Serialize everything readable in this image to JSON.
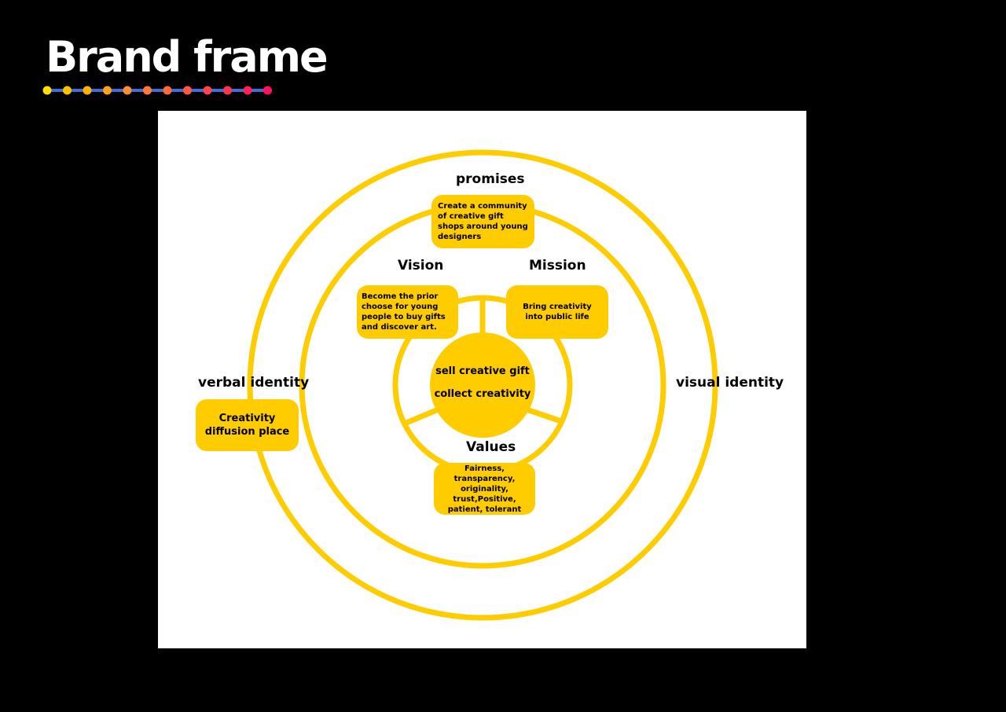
{
  "header": {
    "title": "Brand frame"
  },
  "colors": {
    "accent_yellow": "#FFCC00",
    "panel_bg": "#FFFFFF",
    "page_bg": "#000000",
    "dot_palette": [
      "#FFE000",
      "#FFC000",
      "#FFB000",
      "#FFA020",
      "#FF8C30",
      "#FF7A35",
      "#FF6A38",
      "#FF5840",
      "#FF4548",
      "#FF3550",
      "#FF2055",
      "#FF1060"
    ]
  },
  "diagram": {
    "outer_ring": {
      "left_label": "verbal identity",
      "right_label": "visual identity",
      "left_box": "Creativity diffusion place"
    },
    "middle_ring": {
      "top_label": "promises",
      "top_box": "Create a community of creative gift shops around young designers"
    },
    "inner_ring": {
      "vision_label": "Vision",
      "vision_box": "Become the prior choose for young people to buy gifts and discover art.",
      "mission_label": "Mission",
      "mission_box": "Bring creativity into public life",
      "values_label": "Values",
      "values_box": "Fairness, transparency, originality, trust,Positive, patient, tolerant"
    },
    "core": {
      "line1": "sell creative gift",
      "line2": "collect creativity"
    }
  }
}
